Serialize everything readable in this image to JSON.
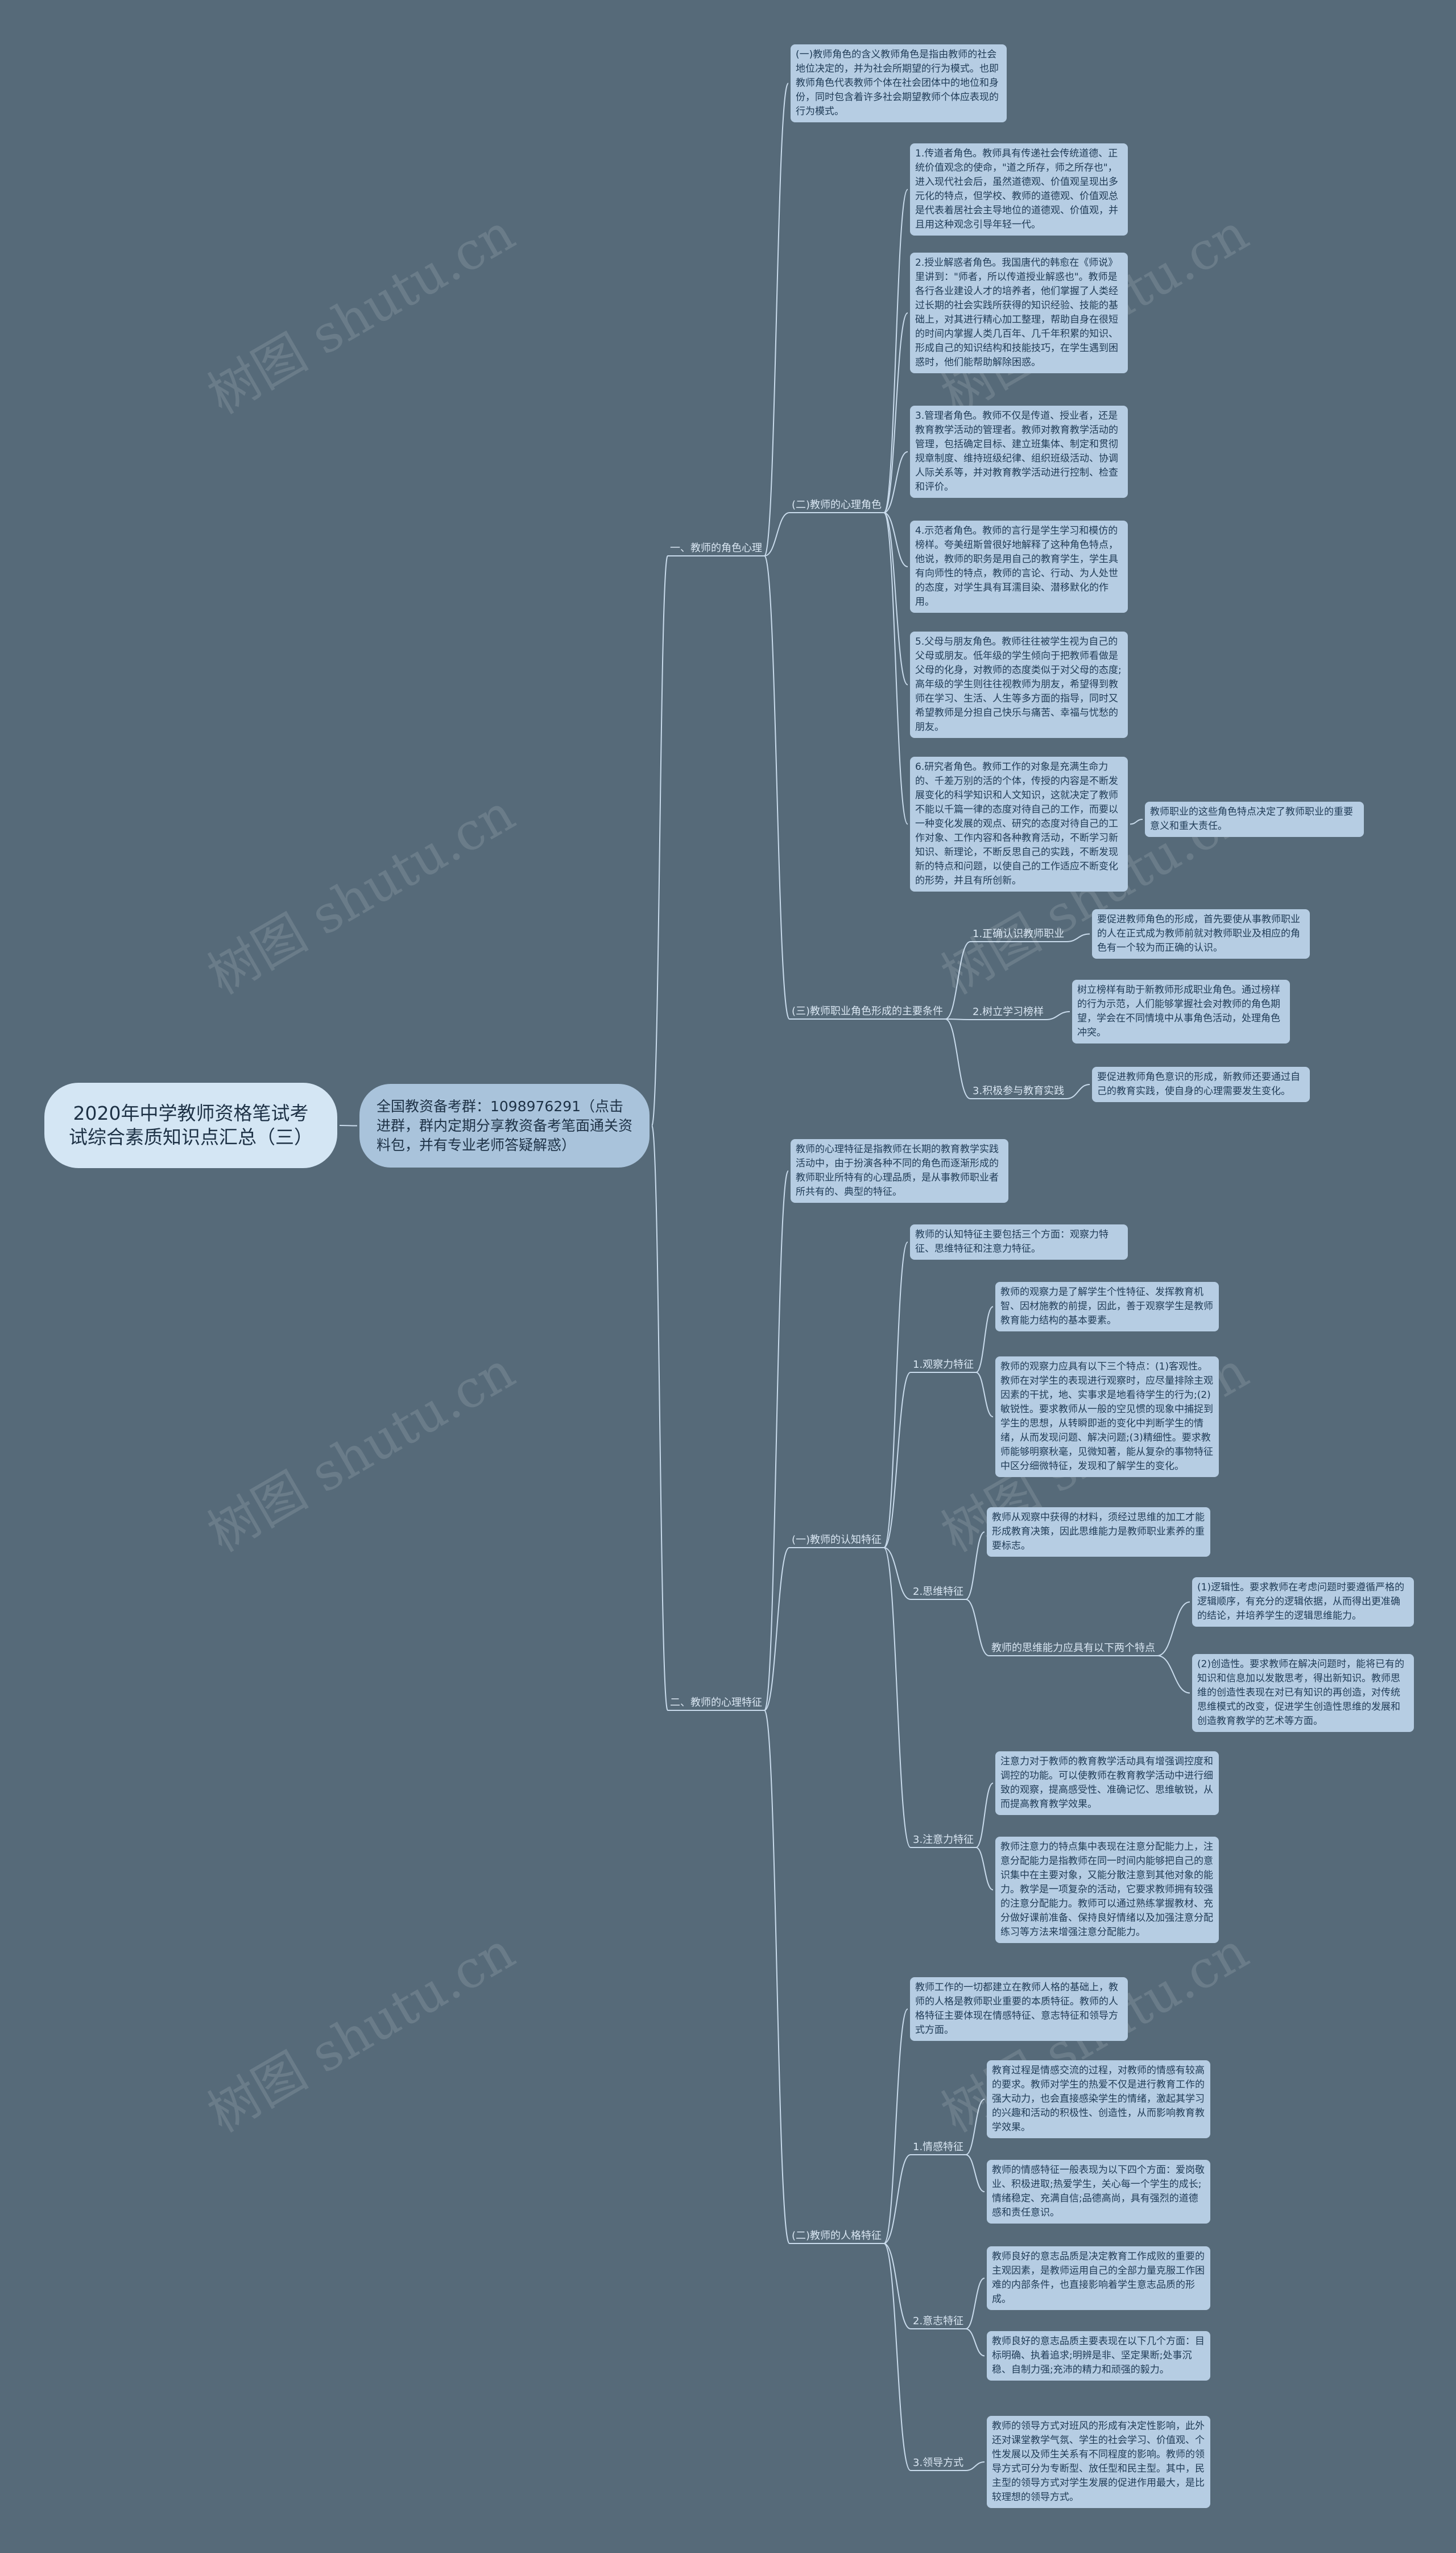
{
  "root": "2020年中学教师资格笔试考试综合素质知识点汇总（三）",
  "hub": "全国教资备考群：1098976291（点击进群，群内定期分享教资备考笔面通关资料包，并有专业老师答疑解惑）",
  "watermark": "树图 shutu.cn",
  "sec1": {
    "label": "一、教师的角色心理",
    "intro": "(一)教师角色的含义教师角色是指由教师的社会地位决定的，并为社会所期望的行为模式。也即教师角色代表教师个体在社会团体中的地位和身份，同时包含着许多社会期望教师个体应表现的行为模式。",
    "a_label": "(二)教师的心理角色",
    "a_items": [
      "1.传道者角色。教师具有传递社会传统道德、正统价值观念的使命，\"道之所存，师之所存也\"，进入现代社会后，虽然道德观、价值观呈现出多元化的特点，但学校、教师的道德观、价值观总是代表着居社会主导地位的道德观、价值观，并且用这种观念引导年轻一代。",
      "2.授业解惑者角色。我国唐代的韩愈在《师说》里讲到：\"师者，所以传道授业解惑也\"。教师是各行各业建设人才的培养者，他们掌握了人类经过长期的社会实践所获得的知识经验、技能的基础上，对其进行精心加工整理，帮助自身在很短的时间内掌握人类几百年、几千年积累的知识、形成自己的知识结构和技能技巧，在学生遇到困惑时，他们能帮助解除困惑。",
      "3.管理者角色。教师不仅是传道、授业者，还是教育教学活动的管理者。教师对教育教学活动的管理，包括确定目标、建立班集体、制定和贯彻规章制度、维持班级纪律、组织班级活动、协调人际关系等，并对教育教学活动进行控制、检查和评价。",
      "4.示范者角色。教师的言行是学生学习和模仿的榜样。夸美纽斯曾很好地解释了这种角色特点，他说，教师的职务是用自己的教育学生，学生具有向师性的特点，教师的言论、行动、为人处世的态度，对学生具有耳濡目染、潜移默化的作用。",
      "5.父母与朋友角色。教师往往被学生视为自己的父母或朋友。低年级的学生倾向于把教师看做是父母的化身，对教师的态度类似于对父母的态度;高年级的学生则往往视教师为朋友，希望得到教师在学习、生活、人生等多方面的指导，同时又希望教师是分担自己快乐与痛苦、幸福与忧愁的朋友。",
      "6.研究者角色。教师工作的对象是充满生命力的、千差万别的活的个体，传授的内容是不断发展变化的科学知识和人文知识，这就决定了教师不能以千篇一律的态度对待自己的工作，而要以一种变化发展的观点、研究的态度对待自己的工作对象、工作内容和各种教育活动，不断学习新知识、新理论，不断反思自己的实践，不断发现新的特点和问题，以使自己的工作适应不断变化的形势，并且有所创新。"
    ],
    "a_note": "教师职业的这些角色特点决定了教师职业的重要意义和重大责任。",
    "b_label": "(三)教师职业角色形成的主要条件",
    "b_items": [
      {
        "label": "1.正确认识教师职业",
        "text": "要促进教师角色的形成，首先要使从事教师职业的人在正式成为教师前就对教师职业及相应的角色有一个较为而正确的认识。"
      },
      {
        "label": "2.树立学习榜样",
        "text": "树立榜样有助于新教师形成职业角色。通过榜样的行为示范，人们能够掌握社会对教师的角色期望，学会在不同情境中从事角色活动，处理角色冲突。"
      },
      {
        "label": "3.积极参与教育实践",
        "text": "要促进教师角色意识的形成，新教师还要通过自己的教育实践，使自身的心理需要发生变化。"
      }
    ]
  },
  "sec2": {
    "label": "二、教师的心理特征",
    "intro": "教师的心理特征是指教师在长期的教育教学实践活动中，由于扮演各种不同的角色而逐渐形成的教师职业所特有的心理品质，是从事教师职业者所共有的、典型的特征。",
    "c_label": "(一)教师的认知特征",
    "c_intro": "教师的认知特征主要包括三个方面：观察力特征、思维特征和注意力特征。",
    "c1_label": "1.观察力特征",
    "c1_items": [
      "教师的观察力是了解学生个性特征、发挥教育机智、因材施教的前提，因此，善于观察学生是教师教育能力结构的基本要素。",
      "教师的观察力应具有以下三个特点：(1)客观性。教师在对学生的表现进行观察时，应尽量排除主观因素的干扰，地、实事求是地看待学生的行为;(2)敏锐性。要求教师从一般的空见惯的现象中捕捉到学生的思想，从转瞬即逝的变化中判断学生的情绪，从而发现问题、解决问题;(3)精细性。要求教师能够明察秋毫，见微知著，能从复杂的事物特征中区分细微特征，发现和了解学生的变化。"
    ],
    "c2_label": "2.思维特征",
    "c2_intro": "教师从观察中获得的材料，须经过思维的加工才能形成教育决策，因此思维能力是教师职业素养的重要标志。",
    "c2_sub_label": "教师的思维能力应具有以下两个特点",
    "c2_sub_items": [
      "(1)逻辑性。要求教师在考虑问题时要遵循严格的逻辑顺序，有充分的逻辑依据，从而得出更准确的结论，并培养学生的逻辑思维能力。",
      "(2)创造性。要求教师在解决问题时，能将已有的知识和信息加以发散思考，得出新知识。教师思维的创造性表现在对已有知识的再创造，对传统思维模式的改变，促进学生创造性思维的发展和创造教育教学的艺术等方面。"
    ],
    "c3_label": "3.注意力特征",
    "c3_items": [
      "注意力对于教师的教育教学活动具有增强调控度和调控的功能。可以使教师在教育教学活动中进行细致的观察，提高感受性、准确记忆、思维敏锐，从而提高教育教学效果。",
      "教师注意力的特点集中表现在注意分配能力上，注意分配能力是指教师在同一时间内能够把自己的意识集中在主要对象，又能分散注意到其他对象的能力。教学是一项复杂的活动，它要求教师拥有较强的注意分配能力。教师可以通过熟练掌握教材、充分做好课前准备、保持良好情绪以及加强注意分配练习等方法来增强注意分配能力。"
    ],
    "d_label": "(二)教师的人格特征",
    "d_intro": "教师工作的一切都建立在教师人格的基础上，教师的人格是教师职业重要的本质特征。教师的人格特征主要体现在情感特征、意志特征和领导方式方面。",
    "d1_label": "1.情感特征",
    "d1_items": [
      "教育过程是情感交流的过程，对教师的情感有较高的要求。教师对学生的热爱不仅是进行教育工作的强大动力，也会直接感染学生的情绪，激起其学习的兴趣和活动的积极性、创造性，从而影响教育教学效果。",
      "教师的情感特征一般表现为以下四个方面：爱岗敬业、积极进取;热爱学生，关心每一个学生的成长;情绪稳定、充满自信;品德高尚，具有强烈的道德感和责任意识。"
    ],
    "d2_label": "2.意志特征",
    "d2_items": [
      "教师良好的意志品质是决定教育工作成败的重要的主观因素，是教师运用自己的全部力量克服工作困难的内部条件，也直接影响着学生意志品质的形成。",
      "教师良好的意志品质主要表现在以下几个方面：目标明确、执着追求;明辨是非、坚定果断;处事沉稳、自制力强;充沛的精力和顽强的毅力。"
    ],
    "d3_label": "3.领导方式",
    "d3_text": "教师的领导方式对班风的形成有决定性影响，此外还对课堂教学气氛、学生的社会学习、价值观、个性发展以及师生关系有不同程度的影响。教师的领导方式可分为专断型、放任型和民主型。其中，民主型的领导方式对学生发展的促进作用最大，是比较理想的领导方式。"
  }
}
